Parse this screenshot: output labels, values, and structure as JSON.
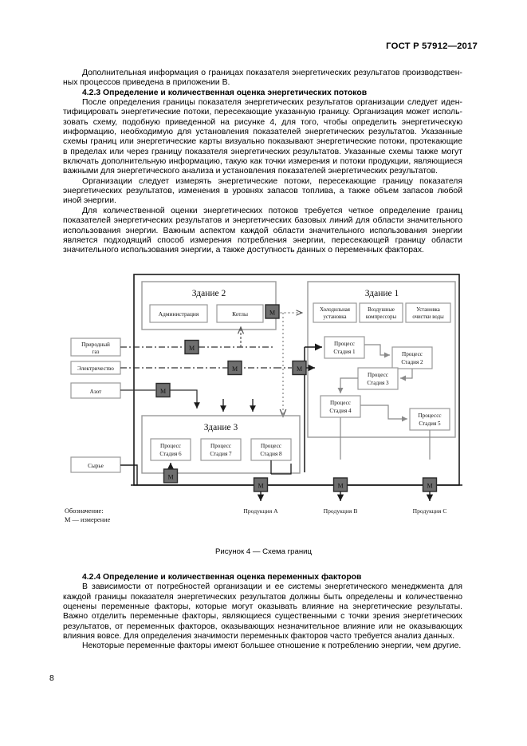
{
  "header": {
    "standard": "ГОСТ Р 57912—2017"
  },
  "page_number": "8",
  "paragraphs": {
    "p1": "Дополнительная информация о границах показателя энергетических результатов производствен­ных процессов приведена в приложении В.",
    "subhead_423": "4.2.3 Определение и количественная оценка энергетических потоков",
    "p2": "После определения границы показателя энергетических результатов организации следует иден­тифицировать энергетические потоки, пересекающие указанную границу. Организация может исполь­зовать схему, подобную приведенной на рисунке 4, для того, чтобы определить энергетическую инфор­мацию, необходимую для установления показателей энергетических результатов. Указанные схемы границ или энергетические карты визуально показывают энергетические потоки, протекающие в преде­лах или через границу показателя энергетических результатов. Указанные схемы также могут включать дополнительную информацию, такую как точки измерения и потоки продукции, являющиеся важными для энергетического анализа и установления показателей энергетических результатов.",
    "p3": "Организации следует измерять энергетические потоки, пересекающие границу показателя энерге­тических результатов, изменения в уровнях запасов топлива, а также объем запасов любой иной энергии.",
    "p4": "Для количественной оценки энергетических потоков требуется четкое определение границ показа­телей энергетических результатов и энергетических базовых линий для области значительного исполь­зования энергии. Важным аспектом каждой области значительного использования энергии является подходящий способ измерения потребления энергии, пересекающей границу области значительного использования энергии, а также доступность данных о переменных факторах.",
    "subhead_424": "4.2.4 Определение и количественная оценка переменных факторов",
    "p5": "В зависимости от потребностей организации и ее системы энергетического менеджмента для каж­дой границы показателя энергетических результатов должны быть определены и количественно оцене­ны переменные факторы, которые могут оказывать влияние на энергетические результаты. Важно от­делить переменные факторы, являющиеся существенными с точки зрения энергетических результатов, от переменных факторов, оказывающих незначительное влияние или не оказывающих влияния вовсе. Для определения значимости переменных факторов часто требуется анализ данных.",
    "p6": "Некоторые переменные факторы имеют большее отношение к потреблению энергии, чем другие."
  },
  "figure": {
    "caption": "Рисунок 4 — Схема границ",
    "legend_title": "Обозначение:",
    "legend_item": "M — измерение",
    "measure_glyph": "M",
    "buildings": [
      {
        "id": "building2",
        "title": "Здание 2"
      },
      {
        "id": "building1",
        "title": "Здание 1"
      },
      {
        "id": "building3",
        "title": "Здание 3"
      }
    ],
    "building2_boxes": [
      "Администрация",
      "Котлы"
    ],
    "building1_utilities": [
      {
        "line1": "Холодильная",
        "line2": "установка"
      },
      {
        "line1": "Воздушные",
        "line2": "компрессоры"
      },
      {
        "line1": "Установка",
        "line2": "очистки воды"
      }
    ],
    "process_stages_right": [
      {
        "line1": "Процесс",
        "line2": "Стадия 1"
      },
      {
        "line1": "Процесс",
        "line2": "Стадия 2"
      },
      {
        "line1": "Процесс",
        "line2": "Стадия 3"
      },
      {
        "line1": "Процесс",
        "line2": "Стадия 4"
      },
      {
        "line1": "Процессс",
        "line2": "Стадия 5"
      }
    ],
    "process_stages_building3": [
      {
        "line1": "Процесс",
        "line2": "Стадия 6"
      },
      {
        "line1": "Процесс",
        "line2": "Стадия 7"
      },
      {
        "line1": "Процесс",
        "line2": "Стадия 8"
      }
    ],
    "inputs": [
      {
        "line1": "Природный",
        "line2": "газ"
      },
      {
        "line1": "Электричество",
        "line2": ""
      },
      {
        "line1": "Азот",
        "line2": ""
      },
      {
        "line1": "Сырье",
        "line2": ""
      }
    ],
    "outputs": [
      "Продукция A",
      "Продукция B",
      "Продукция C"
    ]
  },
  "colors": {
    "text": "#000000",
    "box_stroke": "#808080",
    "outer_stroke": "#1a1a1a",
    "measure_fill": "#6e6e6e",
    "measure_stroke": "#2b2b2b"
  }
}
